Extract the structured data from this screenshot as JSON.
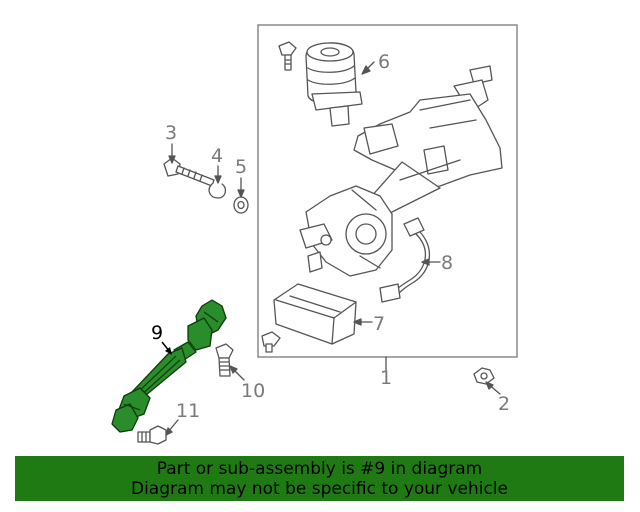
{
  "callouts": {
    "c1": "1",
    "c2": "2",
    "c3": "3",
    "c4": "4",
    "c5": "5",
    "c6": "6",
    "c7": "7",
    "c8": "8",
    "c9": "9",
    "c10": "10",
    "c11": "11"
  },
  "highlighted_part": "9",
  "colors": {
    "highlight": "#2a8c2a",
    "banner": "#1f7a13",
    "callout_text": "#7a7a7a"
  },
  "banner": {
    "line1": "Part or sub-assembly is #9 in diagram",
    "line2": "Diagram may not be specific to your vehicle"
  }
}
